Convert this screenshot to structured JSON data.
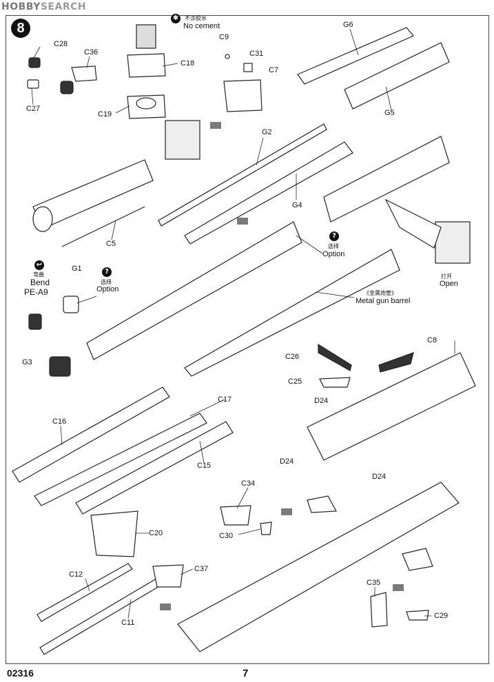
{
  "watermark": {
    "prefix": "HOBBY",
    "suffix": "SEARCH"
  },
  "step_number": "8",
  "notes": {
    "no_cement_cn": "不涂胶水",
    "no_cement": "No cement",
    "bend_cn": "弯曲",
    "bend": "Bend",
    "pe_part": "PE-A9",
    "option_cn": "选择",
    "option": "Option",
    "option2_cn": "选择",
    "option2": "Option",
    "metal_barrel_cn": "《金属炮管》",
    "metal_barrel": "Metal gun barrel",
    "open_cn": "打开",
    "open": "Open"
  },
  "parts": {
    "c28": "C28",
    "c27": "C27",
    "c36": "C36",
    "c18": "C18",
    "c19": "C19",
    "c9": "C9",
    "c31": "C31",
    "c7": "C7",
    "g6": "G6",
    "g5": "G5",
    "g2": "G2",
    "g4": "G4",
    "c5": "C5",
    "g1": "G1",
    "g3": "G3",
    "c8": "C8",
    "c26": "C26",
    "c25": "C25",
    "d24a": "D24",
    "d24b": "D24",
    "d24c": "D24",
    "c17": "C17",
    "c16": "C16",
    "c15": "C15",
    "c20": "C20",
    "c34": "C34",
    "c30": "C30",
    "c12": "C12",
    "c11": "C11",
    "c37": "C37",
    "c35": "C35",
    "c29": "C29"
  },
  "footer": {
    "code": "02316",
    "page": "7"
  }
}
